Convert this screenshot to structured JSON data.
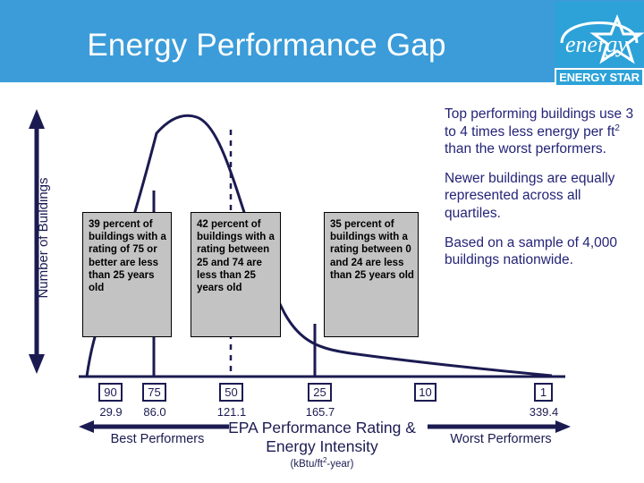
{
  "header": {
    "title": "Energy Performance Gap",
    "background_color": "#3b9cd9",
    "title_color": "#ffffff",
    "logo": {
      "wordmark": "energy",
      "band_label": "ENERGY STAR",
      "color": "#2ca2d8"
    }
  },
  "axes": {
    "y_label": "Number of Buildings",
    "x_title_line1": "EPA Performance Rating &",
    "x_title_line2": "Energy Intensity",
    "x_units_prefix": "(kBtu/ft",
    "x_units_sup": "2",
    "x_units_suffix": "-year)",
    "left_caption": "Best Performers",
    "right_caption": "Worst Performers",
    "axis_color": "#1b1b52"
  },
  "scale": {
    "ratings": [
      "90",
      "75",
      "50",
      "25",
      "10",
      "1"
    ],
    "energy_intensity": [
      "29.9",
      "86.0",
      "121.1",
      "165.7",
      "",
      "339.4"
    ]
  },
  "callouts": [
    {
      "text": "39 percent of buildings with a rating of 75 or better are less than 25 years old"
    },
    {
      "text": "42 percent of buildings with a rating between 25 and 74 are less than 25 years old"
    },
    {
      "text": "35 percent of buildings with a rating between 0 and 24 are less than 25 years old"
    }
  ],
  "notes": [
    {
      "prefix": "Top performing buildings use 3 to 4 times less energy per ft",
      "sup": "2",
      "suffix": " than the worst performers."
    },
    {
      "prefix": "Newer buildings are equally represented across all quartiles.",
      "sup": "",
      "suffix": ""
    },
    {
      "prefix": "Based on a sample of 4,000 buildings nationwide.",
      "sup": "",
      "suffix": ""
    }
  ],
  "chart_data": {
    "type": "area",
    "title": "Energy Performance Gap",
    "xlabel": "EPA Performance Rating & Energy Intensity (kBtu/ft2-year)",
    "ylabel": "Number of Buildings",
    "grid": false,
    "legend": null,
    "x_tick_ratings": [
      "90",
      "75",
      "50",
      "25",
      "10",
      "1"
    ],
    "x_tick_energy_intensity": [
      "29.9",
      "86.0",
      "121.1",
      "165.7",
      null,
      "339.4"
    ],
    "quartile_shares_percent": [
      39,
      42,
      35
    ],
    "quartile_rating_ranges": [
      "75-100",
      "25-74",
      "0-24"
    ],
    "annotations": [
      "Top performing buildings use 3 to 4 times less energy per ft2 than the worst performers.",
      "Newer buildings are equally represented across all quartiles.",
      "Based on a sample of 4,000 buildings nationwide."
    ],
    "curve_description": "right-skewed distribution of building counts, peak near rating 65",
    "divider_positions_rating": [
      "75",
      "50",
      "25"
    ],
    "divider_styles": [
      "solid",
      "dashed",
      "solid"
    ]
  }
}
